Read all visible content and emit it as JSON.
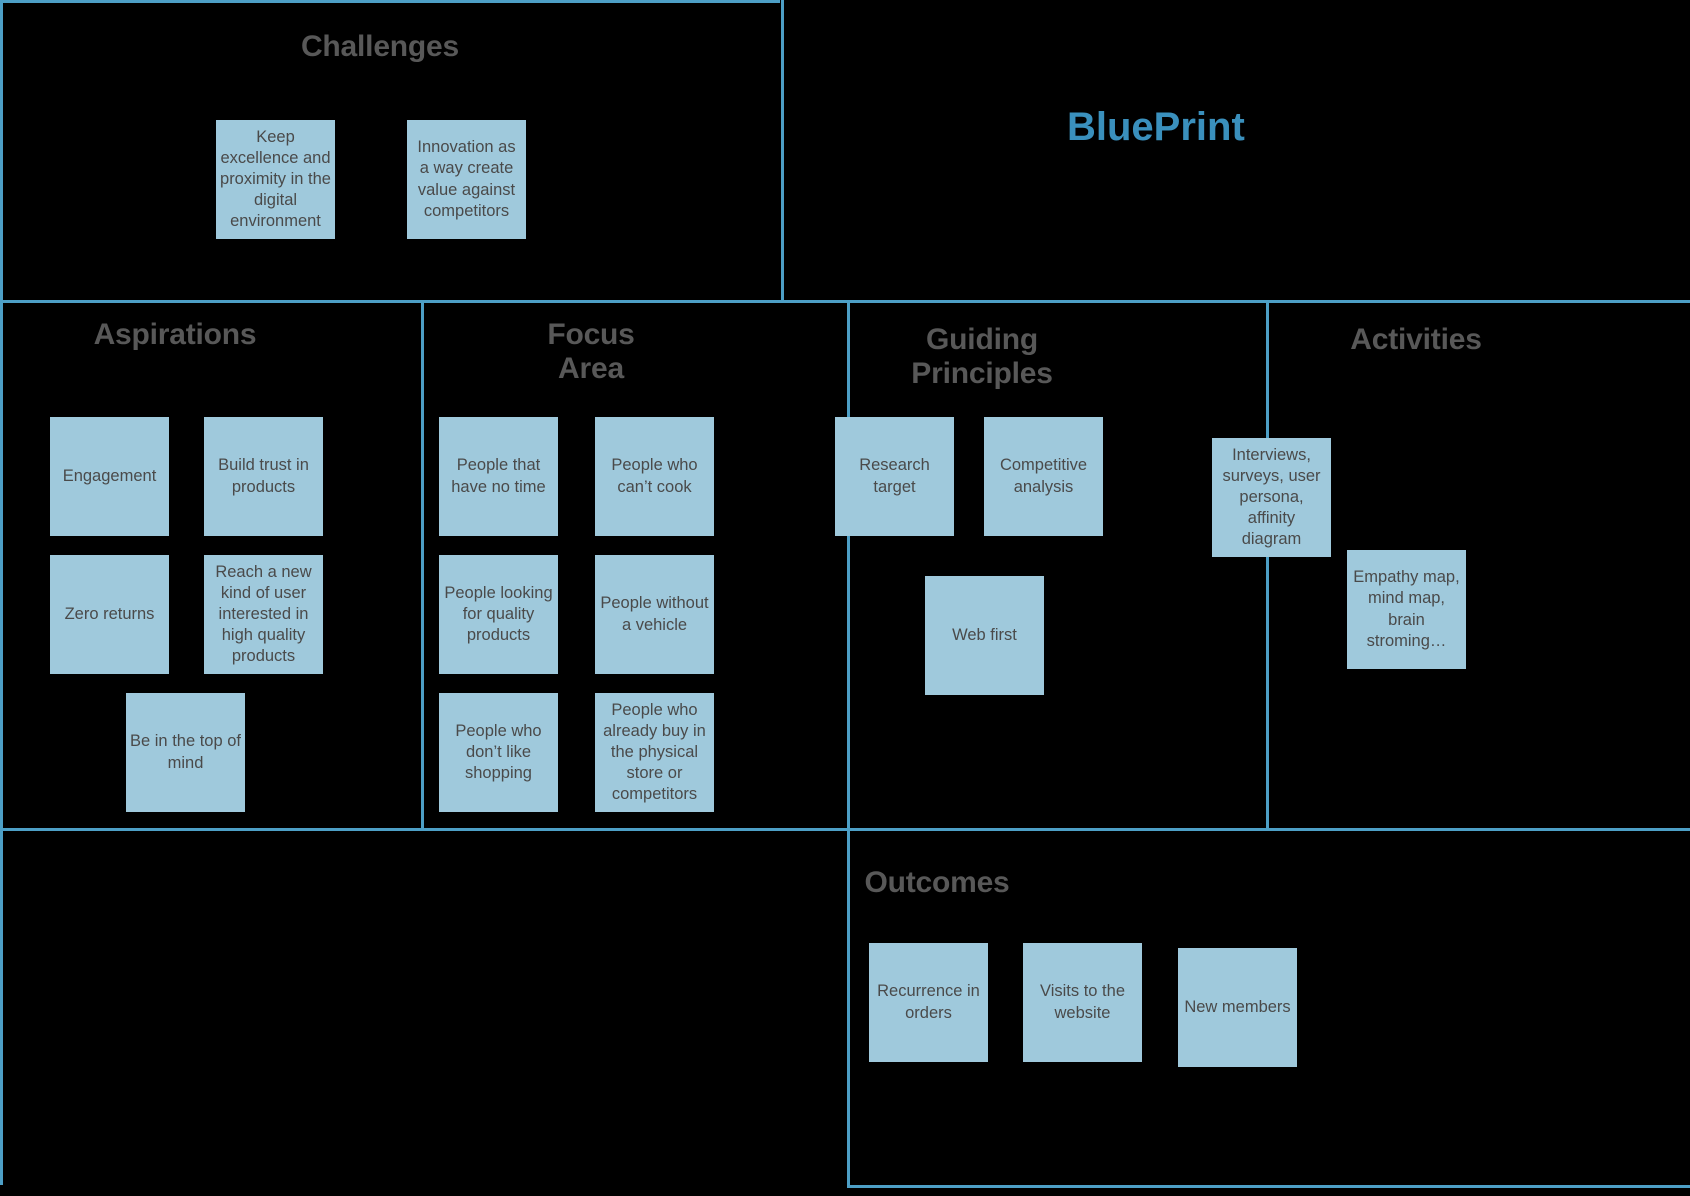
{
  "brand": {
    "title": "BluePrint",
    "color": "#3a90bd"
  },
  "theme": {
    "background": "#000000",
    "grid_line": "#4d9fc6",
    "card_fill": "#9fc9dc",
    "card_text": "#4a4a4a",
    "section_title": "#585858"
  },
  "sections": {
    "challenges": {
      "title": "Challenges",
      "cards": [
        {
          "text": "Keep excellence and proximity in the digital environment"
        },
        {
          "text": "Innovation as a way create value against competitors"
        }
      ]
    },
    "aspirations": {
      "title": "Aspirations",
      "cards": [
        {
          "text": "Engagement"
        },
        {
          "text": "Build trust in products"
        },
        {
          "text": "Zero returns"
        },
        {
          "text": "Reach a new kind of user interested in high quality products"
        },
        {
          "text": "Be in the top of mind"
        }
      ]
    },
    "focus_area": {
      "title": "Focus\nArea",
      "cards": [
        {
          "text": "People that have no time"
        },
        {
          "text": "People who can’t cook"
        },
        {
          "text": "People looking for quality products"
        },
        {
          "text": "People without a vehicle"
        },
        {
          "text": "People who don’t like shopping"
        },
        {
          "text": "People who already buy in the physical store or competitors"
        }
      ]
    },
    "guiding_principles": {
      "title": "Guiding\nPrinciples",
      "cards": [
        {
          "text": "Research target"
        },
        {
          "text": "Competitive analysis"
        },
        {
          "text": "Web first"
        }
      ]
    },
    "activities": {
      "title": "Activities",
      "cards": [
        {
          "text": "Interviews, surveys, user persona, affinity diagram"
        },
        {
          "text": "Empathy map, mind map, brain stroming…"
        }
      ]
    },
    "outcomes": {
      "title": "Outcomes",
      "cards": [
        {
          "text": "Recurrence in orders"
        },
        {
          "text": "Visits to the website"
        },
        {
          "text": "New members"
        }
      ]
    }
  }
}
